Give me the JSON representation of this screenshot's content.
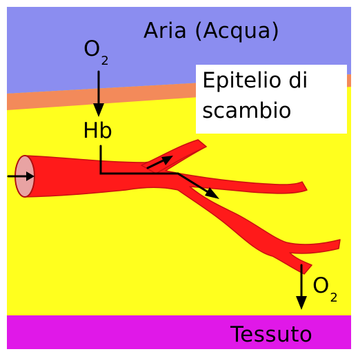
{
  "labels": {
    "air": "Aria (Acqua)",
    "epithelium_line1": "Epitelio di",
    "epithelium_line2": "scambio",
    "hemoglobin": "Hb",
    "oxygen_top": "O",
    "oxygen_top_sub": "2",
    "oxygen_bottom": "O",
    "oxygen_bottom_sub": "2",
    "tissue": "Tessuto"
  },
  "colors": {
    "air": "#8b8df0",
    "epithelium": "#f38a5a",
    "interstitium": "#ffff1e",
    "tissue": "#e018e8",
    "vessel": "#ff1a1a",
    "vessel_outline": "#c81010",
    "vessel_lumen": "#e8a3a3",
    "arrow": "#000000"
  }
}
